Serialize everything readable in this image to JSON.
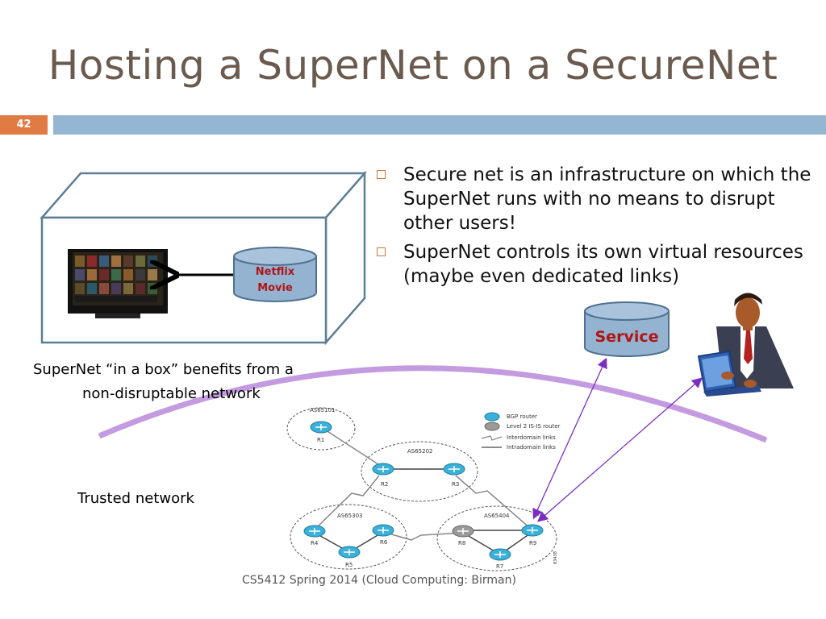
{
  "slide": {
    "title": "Hosting a SuperNet on a SecureNet",
    "number": "42",
    "bullets": [
      "Secure net is an infrastructure on which the SuperNet runs with no means to disrupt other users!",
      "SuperNet controls its own virtual resources (maybe even dedicated links)"
    ],
    "footer": "CS5412 Spring 2014 (Cloud Computing: Birman)"
  },
  "box_diagram": {
    "cylinder_line1": "Netflix",
    "cylinder_line2": "Movie",
    "caption_line1": "SuperNet “in a box” benefits from a",
    "caption_line2": "non-disruptable network"
  },
  "service": {
    "label": "Service"
  },
  "trusted_label": "Trusted network",
  "network": {
    "as_labels": [
      "AS65101",
      "AS65202",
      "AS65303",
      "AS65404"
    ],
    "routers": [
      "R1",
      "R2",
      "R3",
      "R4",
      "R5",
      "R6",
      "R7",
      "R8",
      "R9"
    ],
    "legend": [
      "BGP router",
      "Level 2 IS-IS router",
      "Interdomain links",
      "Intradomain links"
    ],
    "figure_id": "83438"
  },
  "colors": {
    "title": "#6b5a4e",
    "accent_orange": "#e07b43",
    "accent_blue": "#94b6d2",
    "arc_purple": "#c49be0",
    "cylinder_fill": "#94b3d1",
    "netflix_text": "#b01515",
    "router_cyan": "#3bb0d8",
    "arrow_purple": "#7b2fc0"
  }
}
